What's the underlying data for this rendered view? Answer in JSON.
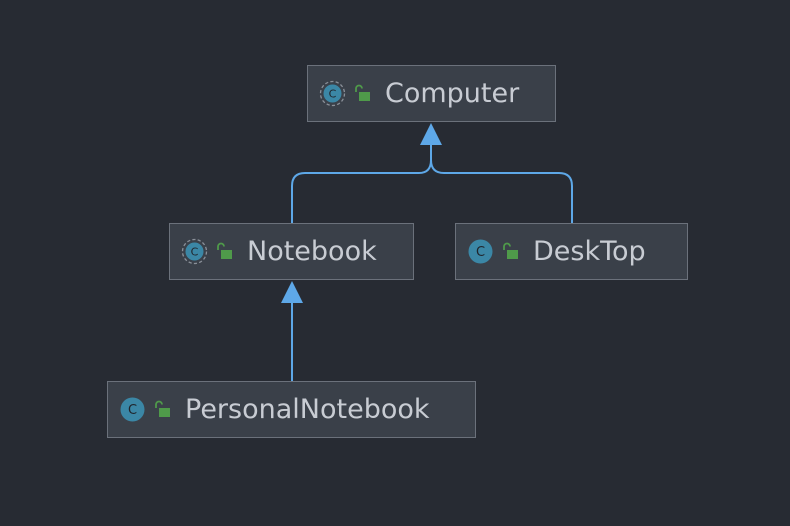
{
  "diagram": {
    "nodes": [
      {
        "id": "computer",
        "label": "Computer",
        "icon": "abstract-class-icon",
        "access_icon": "public-access-icon"
      },
      {
        "id": "notebook",
        "label": "Notebook",
        "icon": "abstract-class-icon",
        "access_icon": "public-access-icon"
      },
      {
        "id": "desktop",
        "label": "DeskTop",
        "icon": "class-icon",
        "access_icon": "public-access-icon"
      },
      {
        "id": "personal_notebook",
        "label": "PersonalNotebook",
        "icon": "class-icon",
        "access_icon": "public-access-icon"
      }
    ],
    "edges": [
      {
        "from": "notebook",
        "to": "computer",
        "type": "inherits"
      },
      {
        "from": "desktop",
        "to": "computer",
        "type": "inherits"
      },
      {
        "from": "personal_notebook",
        "to": "notebook",
        "type": "inherits"
      }
    ],
    "colors": {
      "background": "#272b33",
      "node_fill": "#3a4049",
      "node_border": "#6b717b",
      "label_text": "#c8ccd3",
      "edge": "#5ea8e8",
      "class_icon": "#3b87a6",
      "access_icon": "#4f9a4a"
    }
  }
}
